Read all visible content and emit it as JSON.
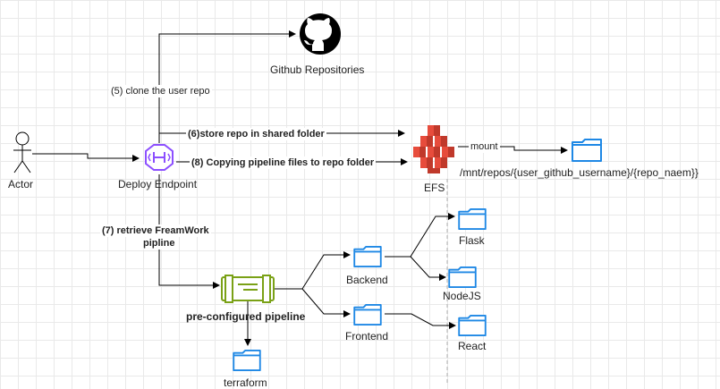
{
  "nodes": {
    "actor": "Actor",
    "deploy_endpoint": "Deploy Endpoint",
    "github": "Github Repositories",
    "efs": "EFS",
    "efs_path": "/mnt/repos/{user_github_username}/{repo_naem}}",
    "pipeline": "pre-configured pipeline",
    "terraform": "terraform",
    "backend": "Backend",
    "frontend": "Frontend",
    "flask": "Flask",
    "nodejs": "NodeJS",
    "react": "React"
  },
  "edges": {
    "clone": "(5) clone the user repo",
    "store": "(6)store repo in shared folder",
    "copy": "(8) Copying pipeline files to repo folder",
    "retrieve_line1": "(7) retrieve FreamWork",
    "retrieve_line2": "pipline",
    "mount": "mount"
  },
  "colors": {
    "endpoint": "#8c4fff",
    "efs": "#d8332a",
    "pipeline": "#7aa116",
    "folder": "#1e88e5",
    "line": "#000000",
    "dashed": "#b0b0b0"
  },
  "icons": [
    "person-icon",
    "github-icon",
    "api-gateway-endpoint-icon",
    "efs-icon",
    "pipeline-icon",
    "folder-icon"
  ]
}
